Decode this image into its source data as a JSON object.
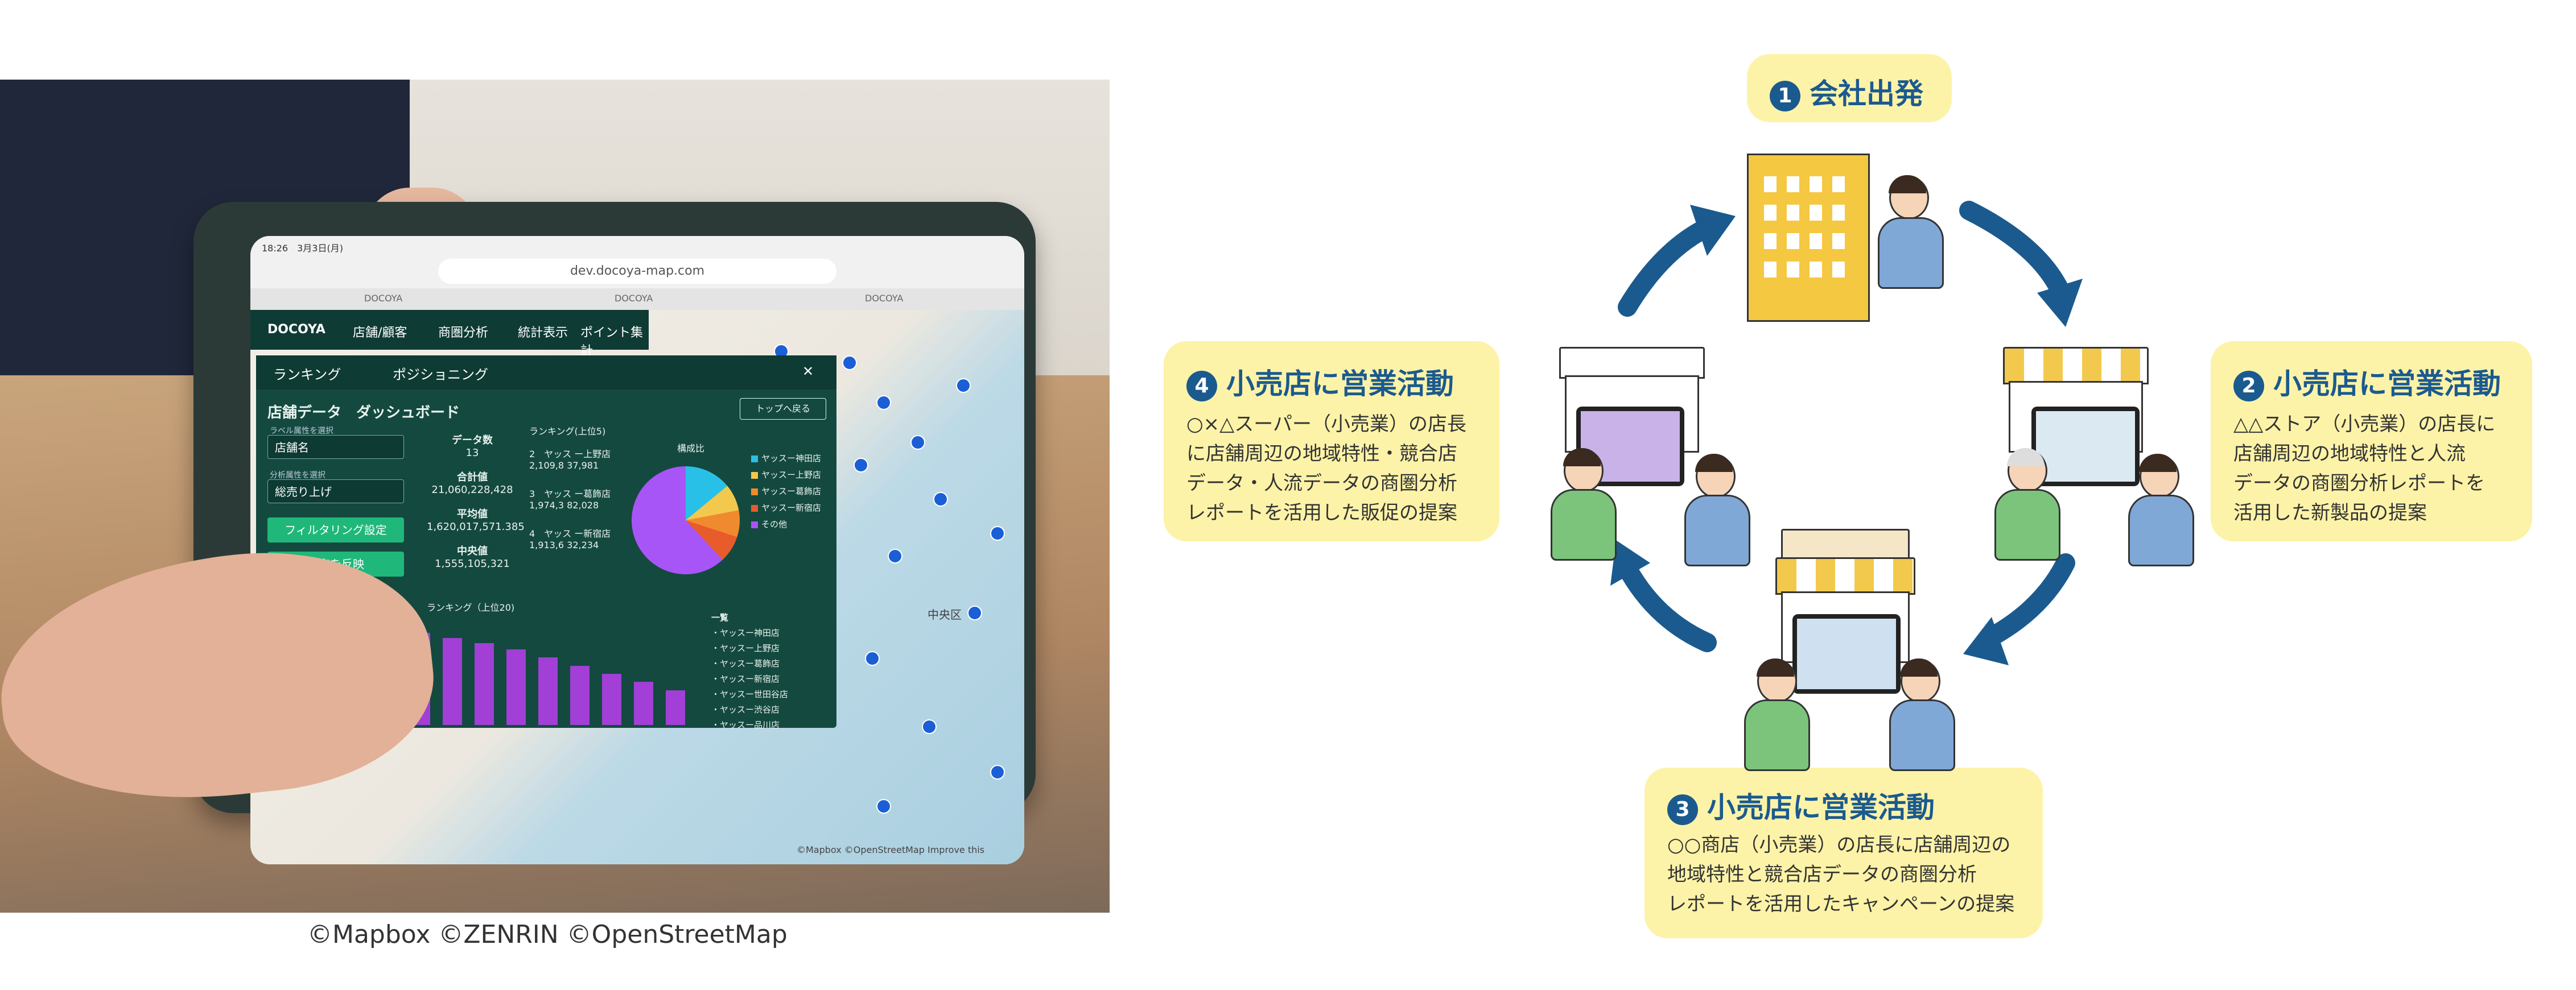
{
  "photo": {
    "url": "dev.docoya-map.com",
    "status_time": "18:26　3月3日(月)",
    "tabs": [
      "DOCOYA",
      "DOCOYA",
      "DOCOYA"
    ],
    "nav": [
      "店舗/顧客",
      "商圏分析",
      "統計表示",
      "ポイント集計"
    ],
    "panel_tabs": [
      "ランキング",
      "ポジショニング"
    ],
    "dashboard_title": "店舗データ　ダッシュボード",
    "label_attr_caption": "ラベル属性を選択",
    "label_attr_value": "店舗名",
    "analysis_attr_caption": "分析属性を選択",
    "analysis_attr_value": "総売り上げ",
    "filter_button": "フィルタリング設定",
    "apply_button": "設定を反映",
    "top_button": "トップへ戻る",
    "stats": [
      {
        "label": "データ数",
        "value": "13"
      },
      {
        "label": "合計値",
        "value": "21,060,228,428"
      },
      {
        "label": "平均値",
        "value": "1,620,017,571.385"
      },
      {
        "label": "中央値",
        "value": "1,555,105,321"
      }
    ],
    "ranking_title": "ランキング(上位5)",
    "ranking": [
      {
        "rank": "2",
        "name": "ヤッス ー上野店",
        "value": "2,109,8 37,981"
      },
      {
        "rank": "3",
        "name": "ヤッス ー葛飾店",
        "value": "1,974,3 82,028"
      },
      {
        "rank": "4",
        "name": "ヤッス ー新宿店",
        "value": "1,913,6 32,234"
      }
    ],
    "composition_title": "構成比",
    "legend": [
      {
        "name": "ヤッスー神田店",
        "color": "#29c0e8"
      },
      {
        "name": "ヤッスー上野店",
        "color": "#f2c94c"
      },
      {
        "name": "ヤッスー葛飾店",
        "color": "#f08a2e"
      },
      {
        "name": "ヤッスー新宿店",
        "color": "#e85b2b"
      },
      {
        "name": "その他",
        "color": "#a855f7"
      }
    ],
    "bar_title": "ランキング（上位20)",
    "bar_values": [
      100,
      96,
      90,
      85,
      80,
      74,
      66,
      58,
      50,
      42,
      34
    ],
    "list_title": "一覧",
    "list": [
      "ヤッスー神田店",
      "ヤッスー上野店",
      "ヤッスー葛飾店",
      "ヤッスー新宿店",
      "ヤッスー世田谷店",
      "ヤッスー渋谷店",
      "ヤッスー品川店"
    ],
    "map_label": "中央区",
    "attribution": "©Mapbox ©OpenStreetMap Improve this"
  },
  "caption": "©Mapbox ©ZENRIN ©OpenStreetMap",
  "steps": [
    {
      "num": "1",
      "title": "会社出発",
      "text": []
    },
    {
      "num": "2",
      "title": "小売店に営業活動",
      "text": [
        "△△ストア（小売業）の店長に",
        "店舗周辺の地域特性と人流",
        "データの商圏分析レポートを",
        "活用した新製品の提案"
      ]
    },
    {
      "num": "3",
      "title": "小売店に営業活動",
      "text": [
        "○○商店（小売業）の店長に店舗周辺の",
        "地域特性と競合店データの商圏分析",
        "レポートを活用したキャンペーンの提案"
      ]
    },
    {
      "num": "4",
      "title": "小売店に営業活動",
      "text": [
        "○×△スーパー（小売業）の店長",
        "に店舗周辺の地域特性・競合店",
        "データ・人流データの商圏分析",
        "レポートを活用した販促の提案"
      ]
    }
  ],
  "colors": {
    "accent": "#1b5a8e",
    "pill": "#fdf3a8",
    "building": "#f5c842"
  }
}
